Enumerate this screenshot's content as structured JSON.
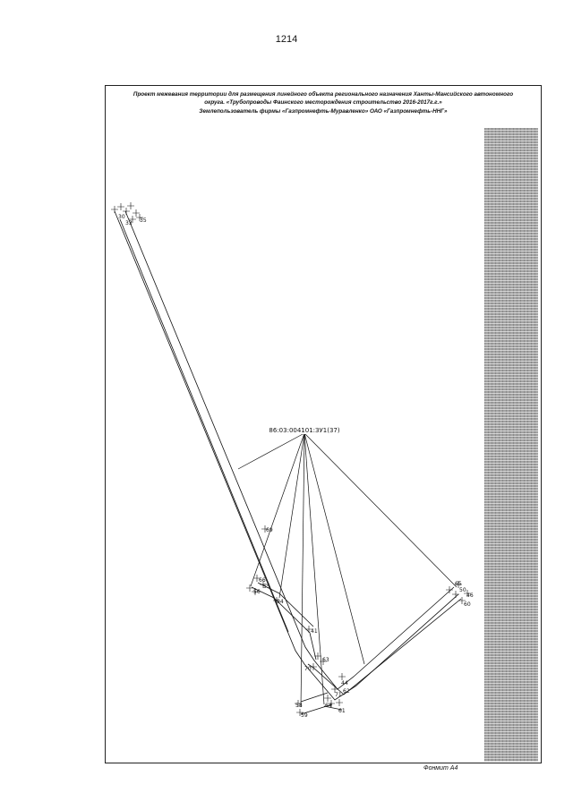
{
  "page_number": "1214",
  "title": {
    "line1": "Проект межевания территории для размещения линейного объекта регионального назначения Ханты-Мансийского автономного",
    "line2": "округа. «Трубопроводы Фаинского месторождения строительство 2016-2017г.г.»",
    "line3": "Землепользователь фирмы «Газпромнефть-Муравленко» ОАО «Газпромнефть-ННГ»"
  },
  "callout_label": "86:03:004101:ЗУ1(37)",
  "point_labels": {
    "p30": "30",
    "p33": "33",
    "p35": "35",
    "p69": "69",
    "p66": "66",
    "p56": "56",
    "p55": "55",
    "p54": "54",
    "p70": "70",
    "p41": "41",
    "p63": "63",
    "p65": "65",
    "p60": "60",
    "p46": "46",
    "p44": "44",
    "p71": "71",
    "p61": "61",
    "p62": "62",
    "p64": "64",
    "p58": "58",
    "p59": "59",
    "p50": "50"
  },
  "footer": "Фонмит А4"
}
